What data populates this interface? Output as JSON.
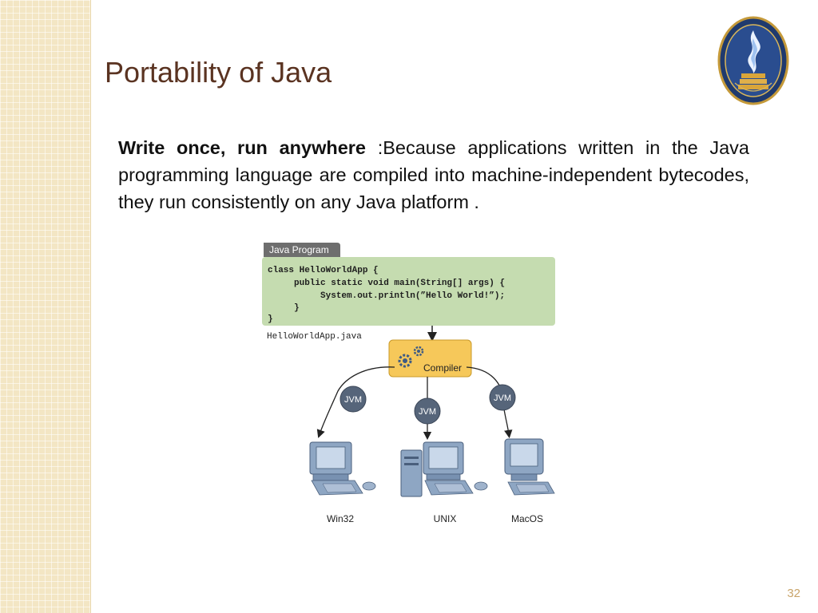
{
  "slide": {
    "title": "Portability of Java",
    "page_number": "32",
    "body": {
      "bold_lead": "Write once, run anywhere",
      "text": ":Because applications written in the Java programming language are compiled into machine-independent bytecodes, they run consistently on any Java platform ."
    }
  },
  "diagram": {
    "program_tab_label": "Java Program",
    "code_lines": [
      "class HelloWorldApp {",
      "     public static void main(String[] args) {",
      "          System.out.println(”Hello World!”);",
      "     }",
      "}"
    ],
    "filename": "HelloWorldApp.java",
    "compiler_label": "Compiler",
    "jvm_labels": [
      "JVM",
      "JVM",
      "JVM"
    ],
    "platforms": [
      "Win32",
      "UNIX",
      "MacOS"
    ]
  },
  "colors": {
    "title": "#5a3321",
    "code_box": "#c5dcb0",
    "tab": "#6e6e6e",
    "compiler_box": "#f6c85a",
    "jvm_circle": "#56657a",
    "computer": "#8ea6c3",
    "page_number": "#c9a46a"
  }
}
